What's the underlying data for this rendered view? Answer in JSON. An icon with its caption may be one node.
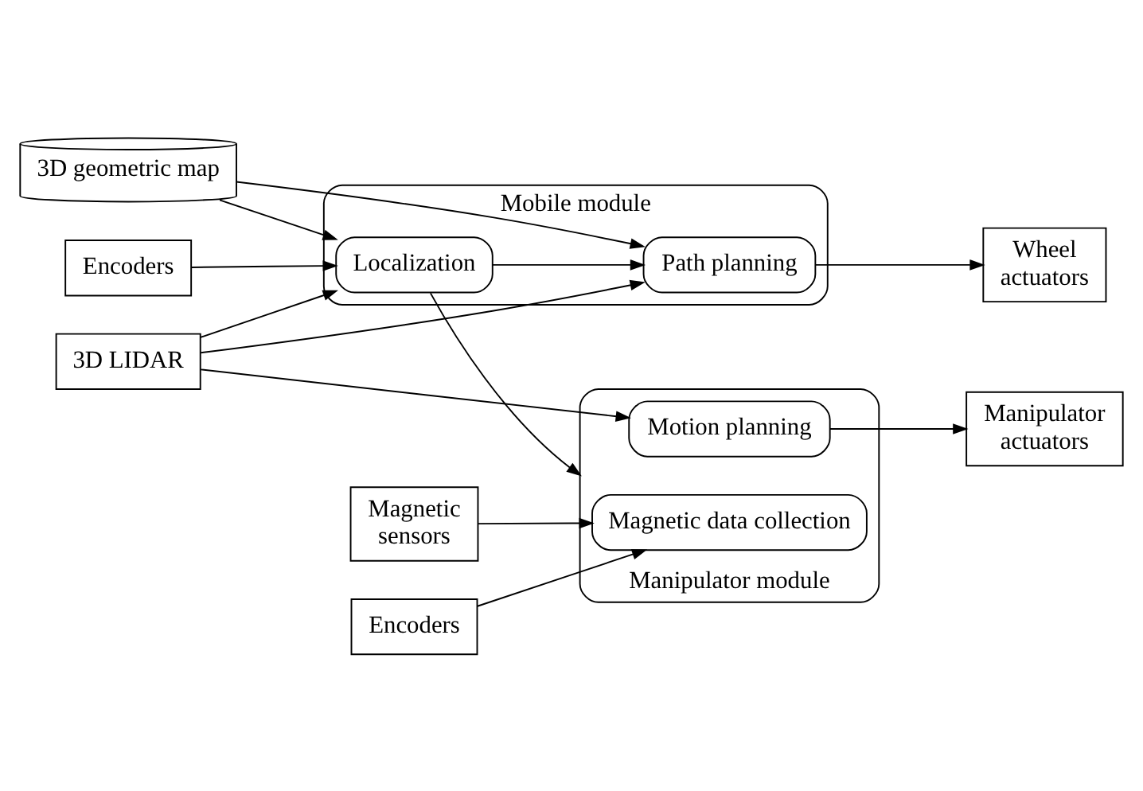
{
  "diagram": {
    "nodes": [
      {
        "text": [
          "Mobile module"
        ]
      },
      {
        "text": [
          "Path planning"
        ],
        "in": 0
      },
      {
        "text": [
          "Localization"
        ],
        "in": 0
      },
      {
        "text": [
          "Manipulator module"
        ]
      },
      {
        "text": [
          "Magnetic data collection"
        ],
        "in": 3
      },
      {
        "text": [
          "Motion planning"
        ],
        "in": 3
      },
      {
        "text": [
          "3D geometric map"
        ]
      },
      {
        "text": [
          "3D LIDAR"
        ]
      },
      {
        "text": [
          "Magnetic sensors"
        ]
      },
      {
        "text": [
          "Wheel actuators"
        ]
      },
      {
        "text": [
          "Encoders"
        ]
      },
      {
        "text": [
          "Encoders"
        ]
      },
      {
        "text": [
          "Manipulator actuators"
        ]
      }
    ],
    "edges": [
      {
        "from": 6,
        "to": 1,
        "arrow": "to"
      },
      {
        "from": 6,
        "to": 2,
        "arrow": "to"
      },
      {
        "from": 7,
        "to": 1,
        "arrow": "to"
      },
      {
        "from": 7,
        "to": 2,
        "arrow": "to"
      },
      {
        "from": 7,
        "to": 5,
        "arrow": "to"
      },
      {
        "from": 8,
        "to": 4,
        "arrow": "to"
      },
      {
        "from": 2,
        "to": 1,
        "arrow": "to"
      },
      {
        "from": 1,
        "to": 9,
        "arrow": "to"
      },
      {
        "from": 10,
        "to": 2,
        "arrow": "to"
      },
      {
        "from": 2,
        "to": 3,
        "arrow": "to"
      },
      {
        "from": 11,
        "to": 4,
        "arrow": "to"
      },
      {
        "from": 5,
        "to": 12,
        "arrow": "to"
      }
    ]
  }
}
